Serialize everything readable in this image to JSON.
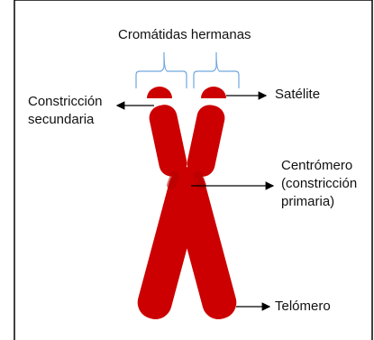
{
  "title": "Cromátidas hermanas",
  "labels": {
    "secondary_constriction": "Constricción\nsecundaria",
    "satellite": "Satélite",
    "centromere": "Centrómero\n(constricción\nprimaria)",
    "telomere": "Telómero"
  },
  "colors": {
    "chromatid": "#cc0000",
    "bracket": "#6fa8dc",
    "arrow": "#000000",
    "frame": "#000000"
  }
}
